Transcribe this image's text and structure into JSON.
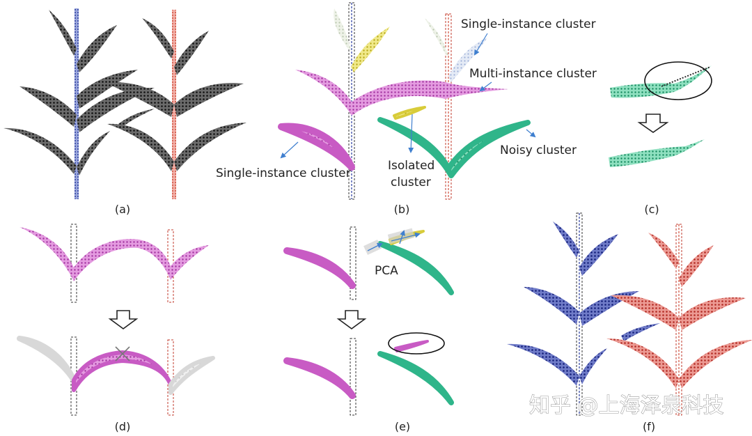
{
  "annotations": {
    "single_instance_top": "Single-instance cluster",
    "multi_instance": "Multi-instance cluster",
    "noisy": "Noisy cluster",
    "single_instance_bottom": "Single-instance cluster",
    "isolated_line1": "Isolated",
    "isolated_line2": "cluster",
    "pca": "PCA"
  },
  "panel_labels": {
    "a": "(a)",
    "b": "(b)",
    "c": "(c)",
    "d": "(d)",
    "e": "(e)",
    "f": "(f)"
  },
  "watermark": "知乎 @上海泽泉科技",
  "colors": {
    "black_points": "#2a2a2a",
    "blue_stem": "#2b3ea0",
    "red_stem": "#d0503e",
    "magenta": "#c85bc4",
    "green": "#2fb58a",
    "yellow": "#d8cc3a",
    "pale": "#d7e0cf",
    "grey": "#cfcfcf",
    "navy": "#1f2a8a",
    "red": "#c53a34",
    "arrow_blue": "#3f7fcf"
  }
}
